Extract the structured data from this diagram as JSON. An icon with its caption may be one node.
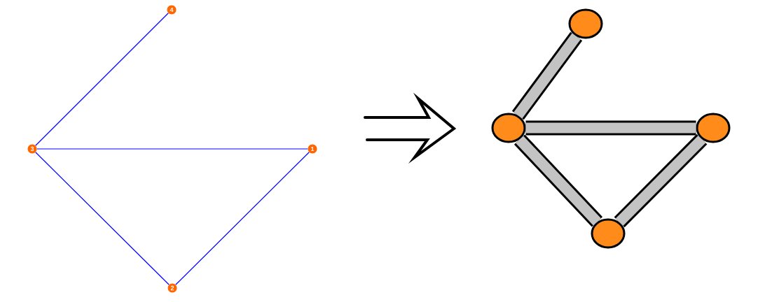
{
  "diagram": {
    "nodes": [
      {
        "text": [
          "4"
        ]
      },
      {
        "text": [
          "3"
        ]
      },
      {
        "text": [
          "1"
        ]
      },
      {
        "text": [
          "2"
        ]
      },
      {
        "text": [],
        "shape": "circle"
      },
      {
        "text": [],
        "shape": "circle"
      },
      {
        "text": [],
        "shape": "circle"
      },
      {
        "text": [],
        "shape": "circle"
      }
    ],
    "edges": [
      {
        "from": 0,
        "to": 1,
        "arrow": "none",
        "color": "#0000ff"
      },
      {
        "from": 1,
        "to": 2,
        "arrow": "none",
        "color": "#0000ff"
      },
      {
        "from": 1,
        "to": 3,
        "arrow": "none",
        "color": "#0000ff"
      },
      {
        "from": 2,
        "to": 3,
        "arrow": "none",
        "color": "#0000ff"
      },
      {
        "from": 4,
        "to": 5,
        "arrow": "none",
        "style": "thick",
        "color": "#000000"
      },
      {
        "from": 5,
        "to": 6,
        "arrow": "none",
        "style": "thick",
        "color": "#000000"
      },
      {
        "from": 5,
        "to": 7,
        "arrow": "none",
        "style": "thick",
        "color": "#000000"
      },
      {
        "from": 6,
        "to": 7,
        "arrow": "none",
        "style": "thick",
        "color": "#000000"
      }
    ]
  }
}
